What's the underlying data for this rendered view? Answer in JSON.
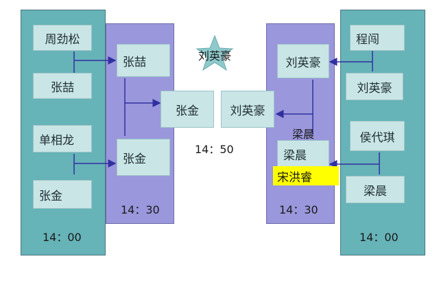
{
  "left_group": {
    "time": "14：00",
    "nodes": [
      "周劲松",
      "张喆",
      "单相龙",
      "张金"
    ]
  },
  "left_mid_group": {
    "time": "14：30",
    "nodes": [
      "张喆",
      "张金"
    ]
  },
  "center": {
    "star_label": "刘英豪",
    "left_node": "张金",
    "right_node": "刘英豪",
    "time": "14：50"
  },
  "right_mid_group": {
    "time": "14：30",
    "nodes": [
      "刘英豪",
      "梁晨"
    ],
    "float_label": "梁晨",
    "highlight": "宋洪睿"
  },
  "right_group": {
    "time": "14：00",
    "nodes": [
      "程闯",
      "刘英豪",
      "侯代琪",
      "梁晨"
    ]
  },
  "colors": {
    "teal_column": "#66b3b8",
    "purple_column": "#9a97dc",
    "node_fill": "#c9e5e6",
    "arrow": "#3030a0",
    "star": "#8ec9cc",
    "highlight": "#ffff00"
  }
}
